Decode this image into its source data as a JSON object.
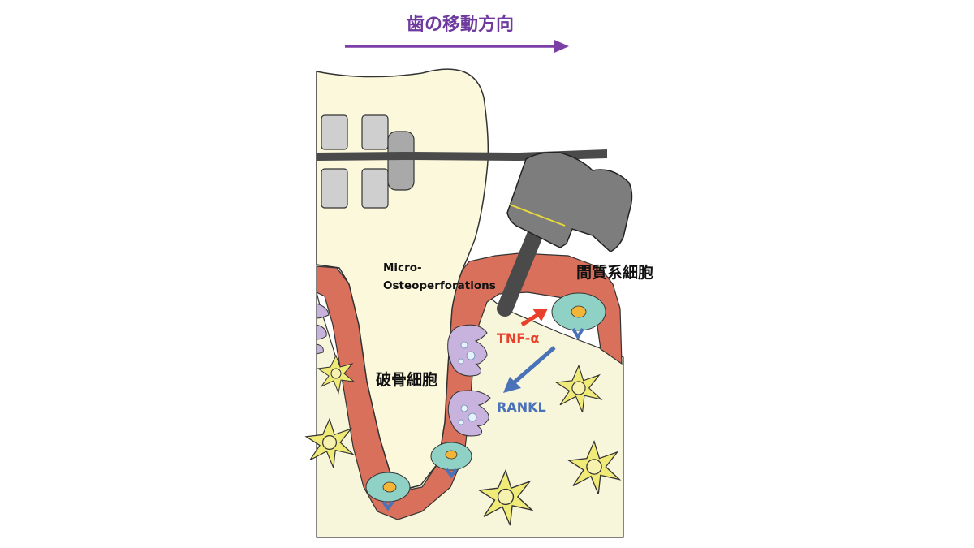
{
  "title": "歯の移動方向",
  "labels": {
    "micro_line1": "Micro-",
    "micro_line2": "Osteoperforations",
    "stromal_cell": "間質系細胞",
    "osteoclast": "破骨細胞",
    "tnf": "TNF-α",
    "rankl": "RANKL"
  },
  "colors": {
    "title": "#6f3a9e",
    "arrow": "#7b3fa6",
    "bone": "#f8f6da",
    "pdl": "#d9705b",
    "device": "#7d7d7d",
    "osteoclast": "#c7b3dd",
    "stromal": "#8fd1c4",
    "osteocyte": "#f0ea78",
    "tnf": "#e8402a",
    "rankl": "#4a72b8"
  }
}
